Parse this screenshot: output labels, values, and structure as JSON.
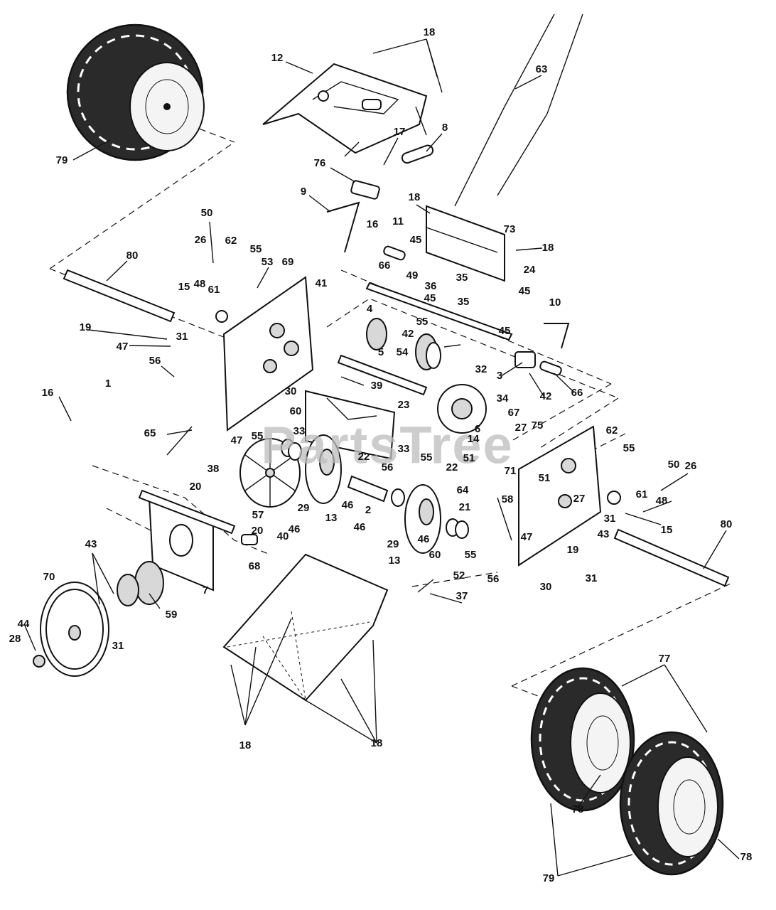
{
  "watermark": "PartsTree",
  "callouts": [
    {
      "id": "c18a",
      "text": "18"
    },
    {
      "id": "c12",
      "text": "12"
    },
    {
      "id": "c63",
      "text": "63"
    },
    {
      "id": "c8",
      "text": "8"
    },
    {
      "id": "c17",
      "text": "17"
    },
    {
      "id": "c79a",
      "text": "79"
    },
    {
      "id": "c76",
      "text": "76"
    },
    {
      "id": "c9",
      "text": "9"
    },
    {
      "id": "c16a",
      "text": "16"
    },
    {
      "id": "c18b",
      "text": "18"
    },
    {
      "id": "c73",
      "text": "73"
    },
    {
      "id": "c18c",
      "text": "18"
    },
    {
      "id": "c50a",
      "text": "50"
    },
    {
      "id": "c26a",
      "text": "26"
    },
    {
      "id": "c62a",
      "text": "62"
    },
    {
      "id": "c55a",
      "text": "55"
    },
    {
      "id": "c80a",
      "text": "80"
    },
    {
      "id": "c53",
      "text": "53"
    },
    {
      "id": "c69",
      "text": "69"
    },
    {
      "id": "c11",
      "text": "11"
    },
    {
      "id": "c45a",
      "text": "45"
    },
    {
      "id": "c66a",
      "text": "66"
    },
    {
      "id": "c49",
      "text": "49"
    },
    {
      "id": "c35a",
      "text": "35"
    },
    {
      "id": "c24",
      "text": "24"
    },
    {
      "id": "c15a",
      "text": "15"
    },
    {
      "id": "c48a",
      "text": "48"
    },
    {
      "id": "c61a",
      "text": "61"
    },
    {
      "id": "c41",
      "text": "41"
    },
    {
      "id": "c36",
      "text": "36"
    },
    {
      "id": "c45b",
      "text": "45"
    },
    {
      "id": "c45c",
      "text": "45"
    },
    {
      "id": "c35b",
      "text": "35"
    },
    {
      "id": "c10",
      "text": "10"
    },
    {
      "id": "c4",
      "text": "4"
    },
    {
      "id": "c19a",
      "text": "19"
    },
    {
      "id": "c31a",
      "text": "31"
    },
    {
      "id": "c47a",
      "text": "47"
    },
    {
      "id": "c42a",
      "text": "42"
    },
    {
      "id": "c55b",
      "text": "55"
    },
    {
      "id": "c45d",
      "text": "45"
    },
    {
      "id": "c5",
      "text": "5"
    },
    {
      "id": "c54",
      "text": "54"
    },
    {
      "id": "c3",
      "text": "3"
    },
    {
      "id": "c32",
      "text": "32"
    },
    {
      "id": "c56a",
      "text": "56"
    },
    {
      "id": "c42b",
      "text": "42"
    },
    {
      "id": "c66b",
      "text": "66"
    },
    {
      "id": "c1",
      "text": "1"
    },
    {
      "id": "c16b",
      "text": "16"
    },
    {
      "id": "c39",
      "text": "39"
    },
    {
      "id": "c23",
      "text": "23"
    },
    {
      "id": "c34",
      "text": "34"
    },
    {
      "id": "c30a",
      "text": "30"
    },
    {
      "id": "c60a",
      "text": "60"
    },
    {
      "id": "c67",
      "text": "67"
    },
    {
      "id": "c65",
      "text": "65"
    },
    {
      "id": "c47b",
      "text": "47"
    },
    {
      "id": "c55c",
      "text": "55"
    },
    {
      "id": "c33a",
      "text": "33"
    },
    {
      "id": "c6",
      "text": "6"
    },
    {
      "id": "c27a",
      "text": "27"
    },
    {
      "id": "c75",
      "text": "75"
    },
    {
      "id": "c62b",
      "text": "62"
    },
    {
      "id": "c55d",
      "text": "55"
    },
    {
      "id": "c14",
      "text": "14"
    },
    {
      "id": "c22a",
      "text": "22"
    },
    {
      "id": "c33b",
      "text": "33"
    },
    {
      "id": "c55e",
      "text": "55"
    },
    {
      "id": "c51a",
      "text": "51"
    },
    {
      "id": "c50b",
      "text": "50"
    },
    {
      "id": "c26b",
      "text": "26"
    },
    {
      "id": "c38",
      "text": "38"
    },
    {
      "id": "c56b",
      "text": "56"
    },
    {
      "id": "c22b",
      "text": "22"
    },
    {
      "id": "c71",
      "text": "71"
    },
    {
      "id": "c51b",
      "text": "51"
    },
    {
      "id": "c20a",
      "text": "20"
    },
    {
      "id": "c64",
      "text": "64"
    },
    {
      "id": "c27b",
      "text": "27"
    },
    {
      "id": "c61b",
      "text": "61"
    },
    {
      "id": "c57",
      "text": "57"
    },
    {
      "id": "c48b",
      "text": "48"
    },
    {
      "id": "c20b",
      "text": "20"
    },
    {
      "id": "c40",
      "text": "40"
    },
    {
      "id": "c29a",
      "text": "29"
    },
    {
      "id": "c46a",
      "text": "46"
    },
    {
      "id": "c2",
      "text": "2"
    },
    {
      "id": "c13a",
      "text": "13"
    },
    {
      "id": "c46b",
      "text": "46"
    },
    {
      "id": "c21",
      "text": "21"
    },
    {
      "id": "c58",
      "text": "58"
    },
    {
      "id": "c31b",
      "text": "31"
    },
    {
      "id": "c15b",
      "text": "15"
    },
    {
      "id": "c43a",
      "text": "43"
    },
    {
      "id": "c80b",
      "text": "80"
    },
    {
      "id": "c46c",
      "text": "46"
    },
    {
      "id": "c47c",
      "text": "47"
    },
    {
      "id": "c19b",
      "text": "19"
    },
    {
      "id": "c29b",
      "text": "29"
    },
    {
      "id": "c46d",
      "text": "46"
    },
    {
      "id": "c13b",
      "text": "13"
    },
    {
      "id": "c60b",
      "text": "60"
    },
    {
      "id": "c55f",
      "text": "55"
    },
    {
      "id": "c56c",
      "text": "56"
    },
    {
      "id": "c68",
      "text": "68"
    },
    {
      "id": "c7",
      "text": "7"
    },
    {
      "id": "c70",
      "text": "70"
    },
    {
      "id": "c43b",
      "text": "43"
    },
    {
      "id": "c30b",
      "text": "30"
    },
    {
      "id": "c31c",
      "text": "31"
    },
    {
      "id": "c52",
      "text": "52"
    },
    {
      "id": "c37",
      "text": "37"
    },
    {
      "id": "c59",
      "text": "59"
    },
    {
      "id": "c44",
      "text": "44"
    },
    {
      "id": "c28",
      "text": "28"
    },
    {
      "id": "c31d",
      "text": "31"
    },
    {
      "id": "c77",
      "text": "77"
    },
    {
      "id": "c18d",
      "text": "18"
    },
    {
      "id": "c18e",
      "text": "18"
    },
    {
      "id": "c78a",
      "text": "78"
    },
    {
      "id": "c79b",
      "text": "79"
    },
    {
      "id": "c78b",
      "text": "78"
    }
  ]
}
